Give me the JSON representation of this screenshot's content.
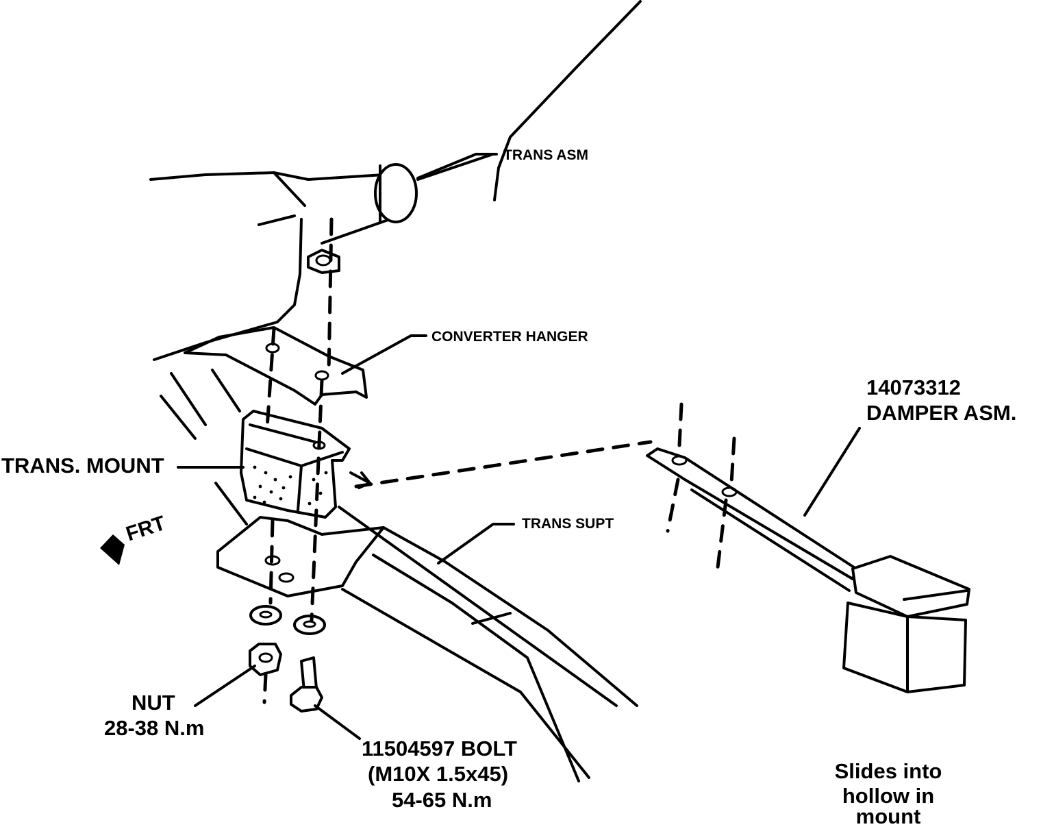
{
  "labels": {
    "trans_asm": "TRANS ASM",
    "converter_hanger": "CONVERTER HANGER",
    "damper_part_number": "14073312",
    "damper_asm": "DAMPER ASM.",
    "trans_mount": "TRANS. MOUNT",
    "frt": "FRT",
    "trans_supt": "TRANS SUPT",
    "nut": "NUT",
    "nut_torque": "28-38 N.m",
    "bolt_part": "11504597 BOLT",
    "bolt_size": "(M10X 1.5x45)",
    "bolt_torque": "54-65 N.m",
    "note_line1": "Slides into",
    "note_line2": "hollow in",
    "note_line3": "mount"
  }
}
